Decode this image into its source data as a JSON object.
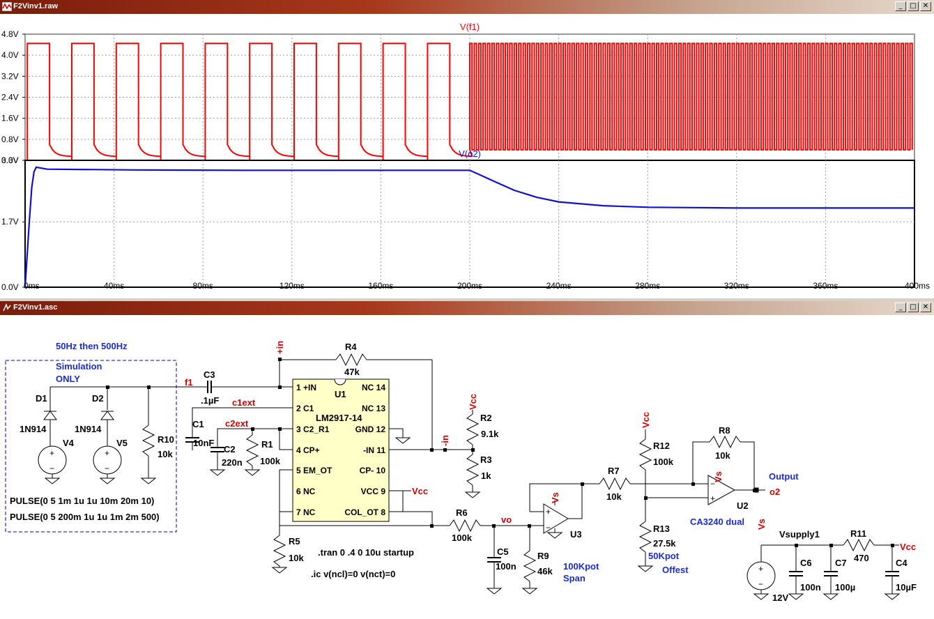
{
  "waveform_window": {
    "title": "F2Vinv1.raw",
    "pane1": {
      "trace_label": "V(f1)",
      "y_ticks": [
        "4.8V",
        "4.0V",
        "3.2V",
        "2.4V",
        "1.6V",
        "0.8V",
        "0.0V"
      ],
      "trace_color": "#ff0000"
    },
    "pane2": {
      "trace_label": "V(o2)",
      "y_ticks": [
        "3.3V",
        "1.7V",
        "0.0V"
      ],
      "trace_color": "#1010d0"
    },
    "x_ticks": [
      "0ms",
      "40ms",
      "80ms",
      "120ms",
      "160ms",
      "200ms",
      "240ms",
      "280ms",
      "320ms",
      "360ms",
      "400ms"
    ]
  },
  "chart_data": [
    {
      "type": "line",
      "title": "V(f1)",
      "x_range_ms": [
        0,
        400
      ],
      "ylim": [
        0,
        4.8
      ],
      "grid": true,
      "series": [
        {
          "name": "V(f1)",
          "color": "#ff0000",
          "segments": [
            {
              "x_start_ms": 0,
              "x_end_ms": 200,
              "frequency_hz": 50,
              "high_v": 4.45,
              "low_start_v": 0.6,
              "low_end_v": 0.15
            },
            {
              "x_start_ms": 200,
              "x_end_ms": 400,
              "frequency_hz": 500,
              "high_v": 4.45,
              "low_v": 0.4
            }
          ]
        }
      ]
    },
    {
      "type": "line",
      "title": "V(o2)",
      "x_range_ms": [
        0,
        400
      ],
      "ylim": [
        0,
        3.3
      ],
      "grid": true,
      "series": [
        {
          "name": "V(o2)",
          "color": "#1010d0",
          "x": [
            0,
            2,
            3,
            4,
            5,
            10,
            50,
            100,
            150,
            200,
            210,
            220,
            230,
            240,
            260,
            280,
            300,
            320,
            360,
            400
          ],
          "y": [
            0,
            1.8,
            2.6,
            3.0,
            3.12,
            3.07,
            3.05,
            3.04,
            3.04,
            3.04,
            2.78,
            2.52,
            2.34,
            2.22,
            2.12,
            2.08,
            2.07,
            2.06,
            2.06,
            2.06
          ]
        }
      ]
    }
  ],
  "schematic_window": {
    "title": "F2Vinv1.asc",
    "notes": {
      "freq_note": "50Hz then 500Hz",
      "sim_only_1": "Simulation",
      "sim_only_2": "ONLY",
      "pulse1": "PULSE(0 5 1m 1u 1u 10m 20m 10)",
      "pulse2": "PULSE(0 5 200m 1u 1u 1m 2m 500)",
      "tran": ".tran 0 .4 0 10u startup",
      "ic": ".ic v(ncl)=0 v(nct)=0",
      "output": "Output",
      "pot1a": "100Kpot",
      "pot1b": "Span",
      "pot2a": "50Kpot",
      "pot2b": "Offest",
      "dual": "CA3240 dual"
    },
    "nets": {
      "f1": "f1",
      "c1ext": "c1ext",
      "c2ext": "c2ext",
      "pin": "+in",
      "min": "-in",
      "vo": "vo",
      "o2": "o2"
    },
    "rails": {
      "vcc": "Vcc",
      "vs": "Vs"
    },
    "ic": {
      "name": "LM2917-14",
      "ref": "U1",
      "left_pins": [
        "1 +IN",
        "2 C1",
        "3 C2_R1",
        "4 CP+",
        "5 EM_OT",
        "6 NC",
        "7 NC"
      ],
      "right_pins": [
        "NC 14",
        "NC 13",
        "GND 12",
        "-IN 11",
        "CP- 10",
        "VCC 9",
        "COL_OT 8"
      ]
    },
    "parts": {
      "D1": {
        "ref": "D1",
        "value": "1N914"
      },
      "D2": {
        "ref": "D2",
        "value": "1N914"
      },
      "V4": "V4",
      "V5": "V5",
      "R10": {
        "ref": "R10",
        "value": "10k"
      },
      "C3": {
        "ref": "C3",
        "value": ".1µF"
      },
      "C1": {
        "ref": "C1",
        "value": "10nF"
      },
      "C2": {
        "ref": "C2",
        "value": "220n"
      },
      "R1": {
        "ref": "R1",
        "value": "100k"
      },
      "R4": {
        "ref": "R4",
        "value": "47k"
      },
      "R5": {
        "ref": "R5",
        "value": "10k"
      },
      "R2": {
        "ref": "R2",
        "value": "9.1k"
      },
      "R3": {
        "ref": "R3",
        "value": "1k"
      },
      "R6": {
        "ref": "R6",
        "value": "100k"
      },
      "C5": {
        "ref": "C5",
        "value": "100n"
      },
      "R9": {
        "ref": "R9",
        "value": "46k"
      },
      "U3": "U3",
      "R7": {
        "ref": "R7",
        "value": "10k"
      },
      "R12": {
        "ref": "R12",
        "value": "100k"
      },
      "R13": {
        "ref": "R13",
        "value": "27.5k"
      },
      "R8": {
        "ref": "R8",
        "value": "10k"
      },
      "U2": "U2",
      "Vsupply1": "Vsupply1",
      "V_supply": "12V",
      "C6": {
        "ref": "C6",
        "value": "100n"
      },
      "C7": {
        "ref": "C7",
        "value": "100µ"
      },
      "R11": {
        "ref": "R11",
        "value": "470"
      },
      "C4": {
        "ref": "C4",
        "value": "10µF"
      }
    }
  }
}
